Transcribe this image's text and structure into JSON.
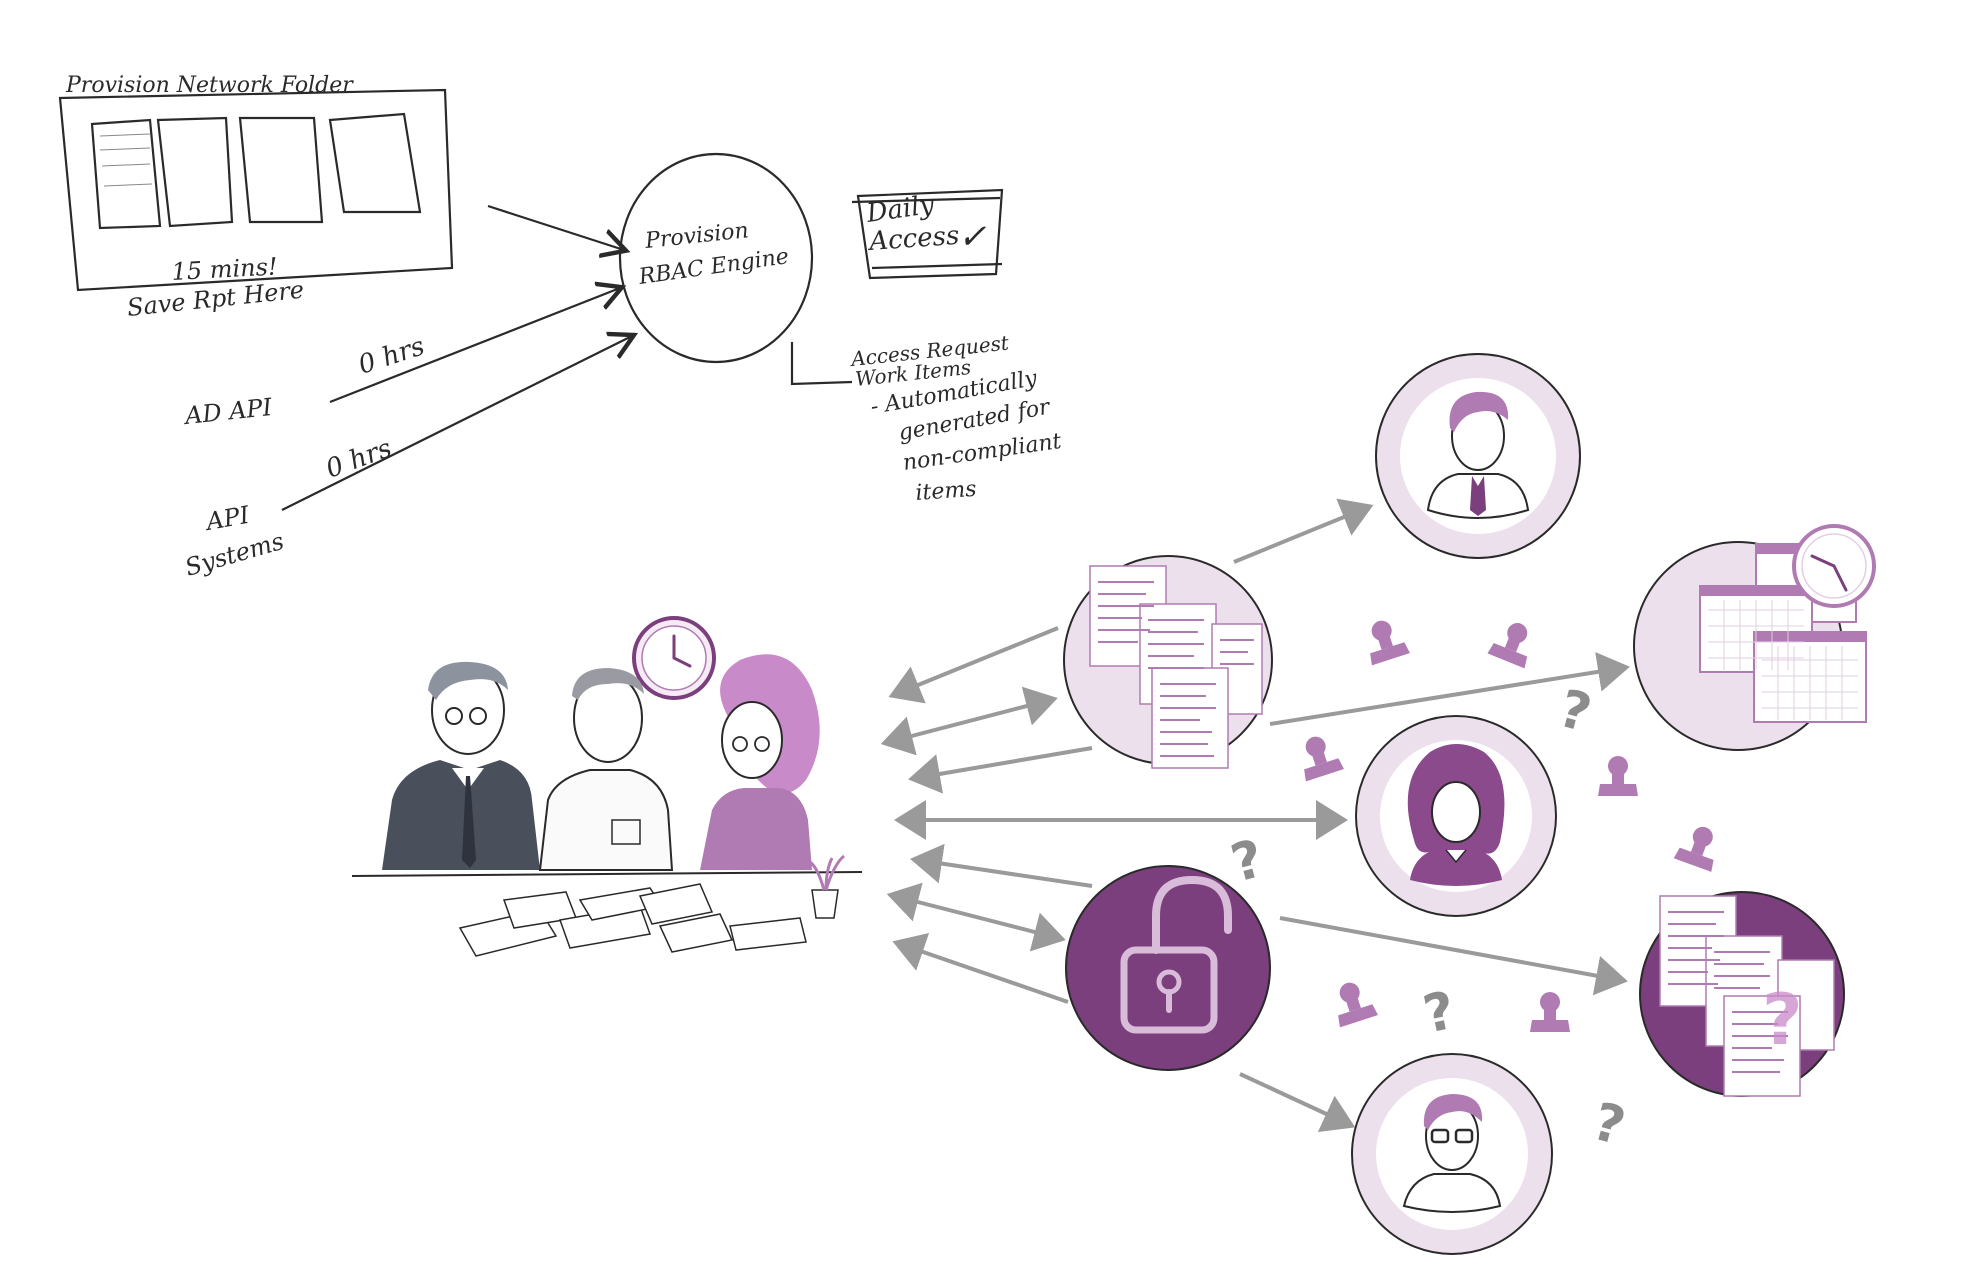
{
  "colors": {
    "ink": "#2a2a2a",
    "arrow": "#9a9a9a",
    "purple_dark": "#7a3f7c",
    "purple_mid": "#b07ab2",
    "purple_light": "#ece0ec",
    "question": "#8c8c8c"
  },
  "sketch": {
    "folder_title": "Provision Network Folder",
    "folder_time": "15 mins!",
    "folder_note": "Save Rpt Here",
    "engine_line1": "Provision",
    "engine_line2": "RBAC Engine",
    "daily_line1": "Daily",
    "daily_line2": "Access",
    "daily_check": "✓",
    "ad_api": "AD API",
    "ad_api_time": "0 hrs",
    "api_systems_line1": "API",
    "api_systems_line2": "Systems",
    "api_systems_time": "0 hrs",
    "access_line1": "Access Request",
    "access_line2": "Work Items",
    "access_line3": "- Automatically",
    "access_line4": "generated for",
    "access_line5": "non-compliant",
    "access_line6": "items"
  },
  "illustration": {
    "question_mark": "?",
    "icons": [
      "team-at-table-illustration",
      "wall-clock-icon",
      "documents-stack-icon",
      "unlock-padlock-icon",
      "man-tie-avatar-icon",
      "woman-avatar-icon",
      "man-glasses-avatar-icon",
      "calendar-clock-icon",
      "documents-question-icon",
      "user-stamp-icon"
    ]
  }
}
